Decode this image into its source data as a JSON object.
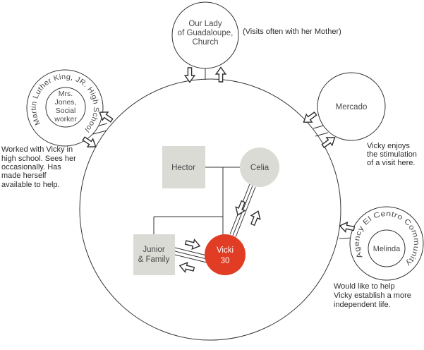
{
  "colors": {
    "member_fill": "#dadbd5",
    "vicki_fill": "#e13c24",
    "line": "#333333"
  },
  "family": {
    "hector": "Hector",
    "celia": "Celia",
    "junior_line1": "Junior",
    "junior_line2": "& Family",
    "vicki_name": "Vicki",
    "vicki_age": "30"
  },
  "church": {
    "line1": "Our Lady",
    "line2": "of Guadaloupe,",
    "line3": "Church",
    "note": "(Visits often with her Mother)"
  },
  "school": {
    "ring": "Martin Luther King, JR. High School",
    "inner1": "Mrs.",
    "inner2": "Jones,",
    "inner3": "Social",
    "inner4": "worker",
    "note1": "Worked with Vicky in",
    "note2": "high school. Sees her",
    "note3": "occasionally. Has",
    "note4": "made herself",
    "note5": "available to help."
  },
  "mercado": {
    "label": "Mercado",
    "note1": "Vicky enjoys",
    "note2": "the stimulation",
    "note3": "of a visit here."
  },
  "agency": {
    "ring": "Agency El Centro Community",
    "inner": "Melinda",
    "note1": "Would like to help",
    "note2": "Vicky establish a more",
    "note3": "independent life."
  }
}
